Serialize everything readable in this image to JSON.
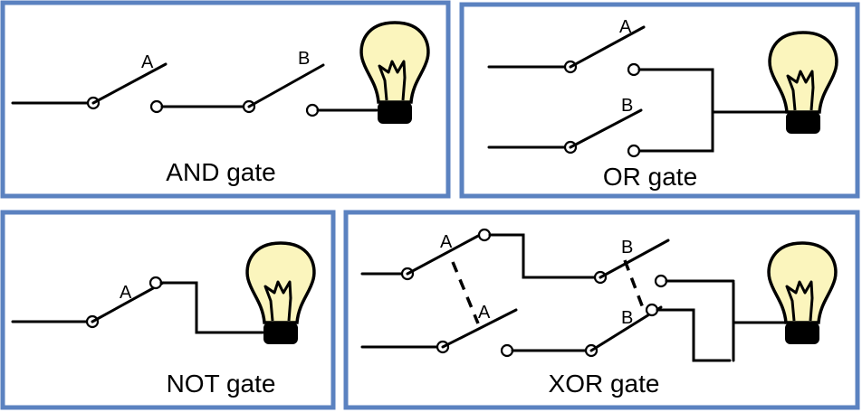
{
  "panels": {
    "and": {
      "caption": "AND gate",
      "switch_a": "A",
      "switch_b": "B"
    },
    "or": {
      "caption": "OR gate",
      "switch_a": "A",
      "switch_b": "B"
    },
    "not": {
      "caption": "NOT gate",
      "switch_a": "A"
    },
    "xor": {
      "caption": "XOR gate",
      "switch_a_top": "A",
      "switch_a_bottom": "A",
      "switch_b_top": "B",
      "switch_b_bottom": "B"
    }
  },
  "colors": {
    "frame": "#5b82c0",
    "bulb_glass": "#fbf5bd",
    "wire": "#000000"
  },
  "icons": [
    "light-bulb-icon",
    "switch-icon"
  ]
}
